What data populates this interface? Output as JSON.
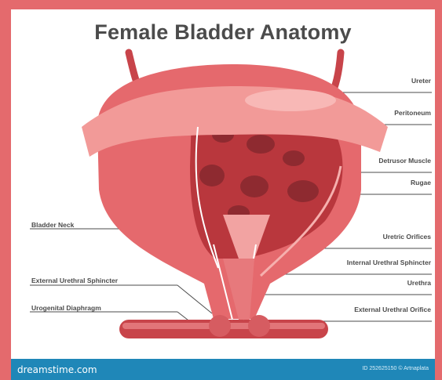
{
  "title": "Female Bladder Anatomy",
  "labels": {
    "ureter": "Ureter",
    "peritoneum": "Peritoneum",
    "detrusor_muscle": "Detrusor Muscle",
    "rugae": "Rugae",
    "bladder_neck": "Bladder Neck",
    "ureteric_orifices": "Uretric Orifices",
    "internal_urethral_sphincter": "Internal Urethral Sphincter",
    "urethra": "Urethra",
    "external_urethral_sphincter": "External Urethral Sphincter",
    "urogenital_diaphragm": "Urogenital Diaphragm",
    "external_urethral_orifice": "External Urethral Orifice"
  },
  "footer": {
    "brand": "dreamstime.com",
    "credit": "ID 252625150 © Artnaplata"
  },
  "colors": {
    "frame": "#e46a6d",
    "footer": "#1f87b8",
    "tissue_light": "#f29a98",
    "tissue_mid": "#e5696d",
    "tissue_dark": "#b9373d"
  }
}
